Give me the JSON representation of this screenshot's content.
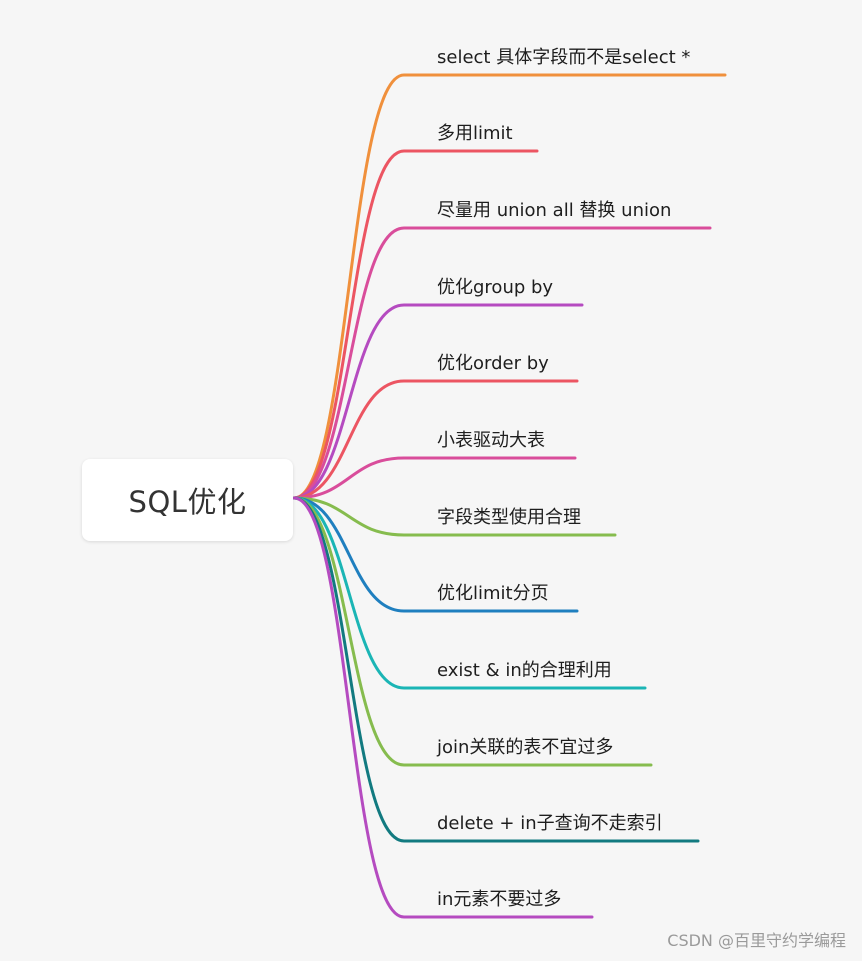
{
  "root": {
    "label": "SQL优化"
  },
  "branches": [
    {
      "label": "select 具体字段而不是select *",
      "color": "#f0903c"
    },
    {
      "label": "多用limit",
      "color": "#ec5562"
    },
    {
      "label": "尽量用 union all 替换 union",
      "color": "#d94d9b"
    },
    {
      "label": "优化group by",
      "color": "#b54bc0"
    },
    {
      "label": "优化order by",
      "color": "#ec5562"
    },
    {
      "label": "小表驱动大表",
      "color": "#d94d9b"
    },
    {
      "label": "字段类型使用合理",
      "color": "#86bc4e"
    },
    {
      "label": "优化limit分页",
      "color": "#1f7fbf"
    },
    {
      "label": "exist & in的合理利用",
      "color": "#1bb5b5"
    },
    {
      "label": "join关联的表不宜过多",
      "color": "#86bc4e"
    },
    {
      "label": "delete + in子查询不走索引",
      "color": "#127a80"
    },
    {
      "label": "in元素不要过多",
      "color": "#b54bc0"
    }
  ],
  "watermark": "CSDN @百里守约学编程"
}
